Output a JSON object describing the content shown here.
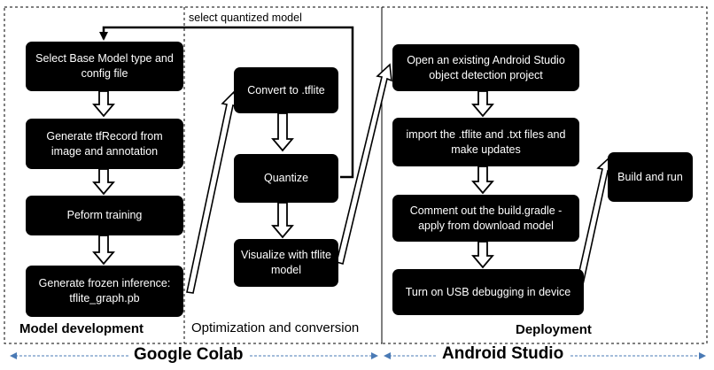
{
  "sections": {
    "model_development": "Model development",
    "optimization": "Optimization and conversion",
    "deployment": "Deployment"
  },
  "platforms": {
    "colab": "Google Colab",
    "android_studio": "Android Studio"
  },
  "nodes": {
    "select_base_model": "Select Base Model type and config file",
    "generate_tfrecord": "Generate tfRecord from image and annotation",
    "perform_training": "Peform training",
    "generate_frozen": "Generate frozen inference: tflite_graph.pb",
    "convert_tflite": "Convert to .tflite",
    "quantize": "Quantize",
    "visualize": "Visualize with tflite model",
    "open_project": "Open an existing Android Studio object detection project",
    "import_files": "import the .tflite and .txt files and make updates",
    "comment_out": "Comment out the build.gradle - apply from download model",
    "usb_debugging": "Turn on USB debugging in device",
    "build_run": "Build and run"
  },
  "edge_labels": {
    "select_quantized": "select quantized model"
  },
  "colors": {
    "box": "#000000",
    "box_text": "#ffffff",
    "timeline": "#4a7ab5"
  }
}
